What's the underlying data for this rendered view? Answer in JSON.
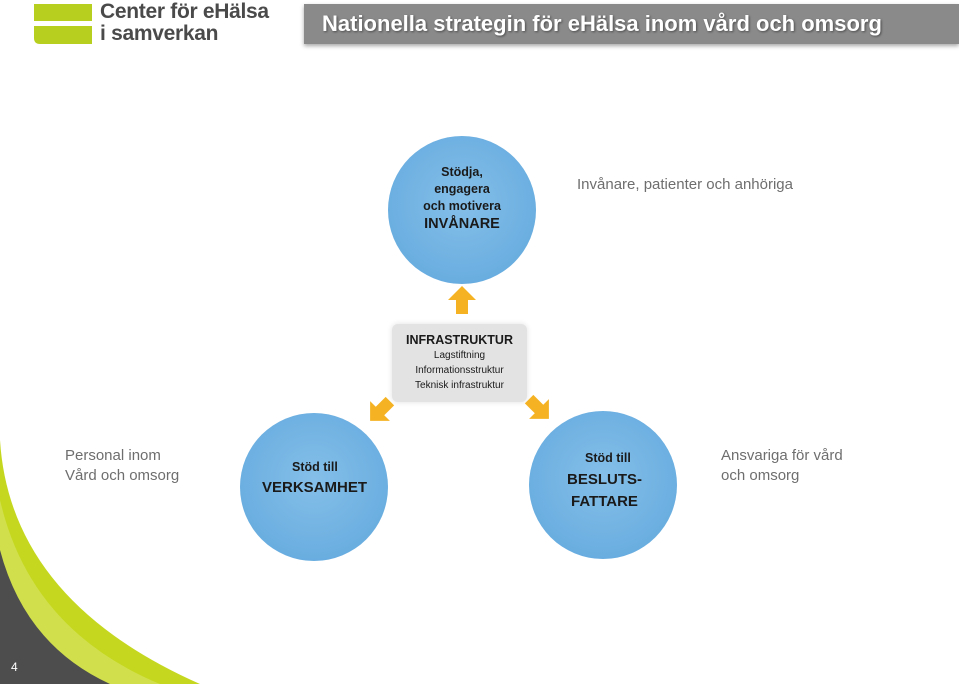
{
  "logo": {
    "line1": "Center för eHälsa",
    "line2": "i samverkan",
    "mark_color": "#b7cf1e"
  },
  "title": "Nationella strategin för eHälsa inom vård och omsorg",
  "diagram": {
    "top_circle": {
      "lines": [
        "Stödja,",
        "engagera",
        "och motivera",
        "INVÅNARE"
      ]
    },
    "left_circle": {
      "lines": [
        "Stöd till",
        "VERKSAMHET"
      ]
    },
    "right_circle": {
      "lines": [
        "Stöd till",
        "BESLUTS-",
        "FATTARE"
      ]
    },
    "center_box": {
      "heading": "INFRASTRUKTUR",
      "items": [
        "Lagstiftning",
        "Informationsstruktur",
        "Teknisk infrastruktur"
      ]
    },
    "labels": {
      "top": "Invånare, patienter och anhöriga",
      "left_line1": "Personal inom",
      "left_line2": "Vård och omsorg",
      "right_line1": "Ansvariga för vård",
      "right_line2": "och omsorg"
    }
  },
  "colors": {
    "circle": "#6aaee0",
    "arrow": "#f5b324",
    "title_bar": "#8a8a8a",
    "accent_green": "#c5d81f",
    "dark_gray": "#4d4d4d"
  },
  "page_number": "4"
}
